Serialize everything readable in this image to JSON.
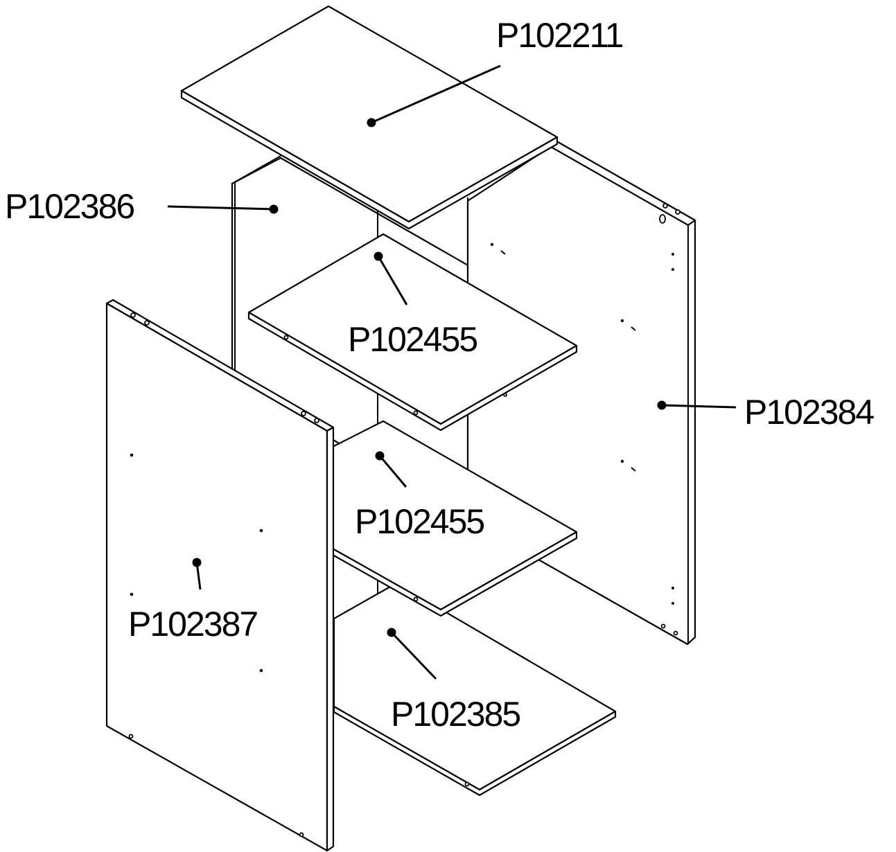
{
  "diagram": {
    "parts": [
      {
        "id": "top-panel",
        "code": "P102211"
      },
      {
        "id": "back-panel",
        "code": "P102386"
      },
      {
        "id": "shelf-upper",
        "code": "P102455"
      },
      {
        "id": "right-side-panel",
        "code": "P102384"
      },
      {
        "id": "shelf-middle",
        "code": "P102455"
      },
      {
        "id": "left-side-panel",
        "code": "P102387"
      },
      {
        "id": "bottom-panel",
        "code": "P102385"
      }
    ],
    "colors": {
      "line": "#000000",
      "fill": "#ffffff"
    }
  }
}
